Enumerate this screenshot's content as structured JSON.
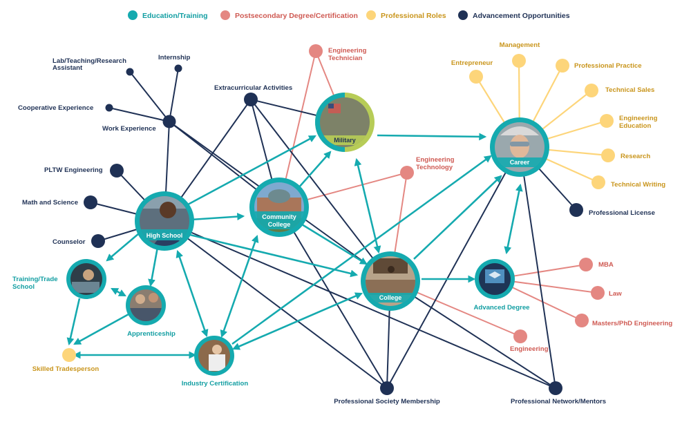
{
  "colors": {
    "teal": "#15aaaf",
    "salmon": "#e48782",
    "yellow": "#fdd57a",
    "navy": "#1f3155",
    "teal_text": "#129ea2",
    "salmon_text": "#cf5a53",
    "yellow_text": "#c9951c",
    "navy_text": "#1f3155"
  },
  "legend": [
    {
      "label": "Education/Training",
      "color": "#15aaaf",
      "text_color": "#129ea2"
    },
    {
      "label": "Postsecondary Degree/Certification",
      "color": "#e48782",
      "text_color": "#cf5a53"
    },
    {
      "label": "Professional Roles",
      "color": "#fdd57a",
      "text_color": "#c9951c"
    },
    {
      "label": "Advancement Opportunities",
      "color": "#1f3155",
      "text_color": "#1f3155"
    }
  ],
  "hubs": {
    "high_school": "High School",
    "community_college_1": "Community",
    "community_college_2": "College",
    "military": "Military",
    "college": "College",
    "career": "Career"
  },
  "nodes": {
    "training_trade_school_1": "Training/Trade",
    "training_trade_school_2": "School",
    "apprenticeship": "Apprenticeship",
    "industry_certification": "Industry Certification",
    "advanced_degree": "Advanced Degree",
    "skilled_tradesperson": "Skilled Tradesperson",
    "engineering_technician_1": "Engineering",
    "engineering_technician_2": "Technician",
    "engineering_technology_1": "Engineering",
    "engineering_technology_2": "Technology",
    "engineering": "Engineering",
    "mba": "MBA",
    "law": "Law",
    "masters_phd": "Masters/PhD Engineering",
    "entrepreneur": "Entrepreneur",
    "management": "Management",
    "professional_practice": "Professional Practice",
    "technical_sales": "Technical Sales",
    "engineering_education_1": "Engineering",
    "engineering_education_2": "Education",
    "research": "Research",
    "technical_writing": "Technical Writing",
    "lab_assistant_1": "Lab/Teaching/Research",
    "lab_assistant_2": "Assistant",
    "internship": "Internship",
    "cooperative_experience": "Cooperative Experience",
    "work_experience": "Work Experience",
    "extracurricular": "Extracurricular Activities",
    "pltw": "PLTW Engineering",
    "math_science": "Math and Science",
    "counselor": "Counselor",
    "professional_license": "Professional License",
    "professional_society": "Professional Society Membership",
    "professional_network": "Professional Network/Mentors"
  }
}
